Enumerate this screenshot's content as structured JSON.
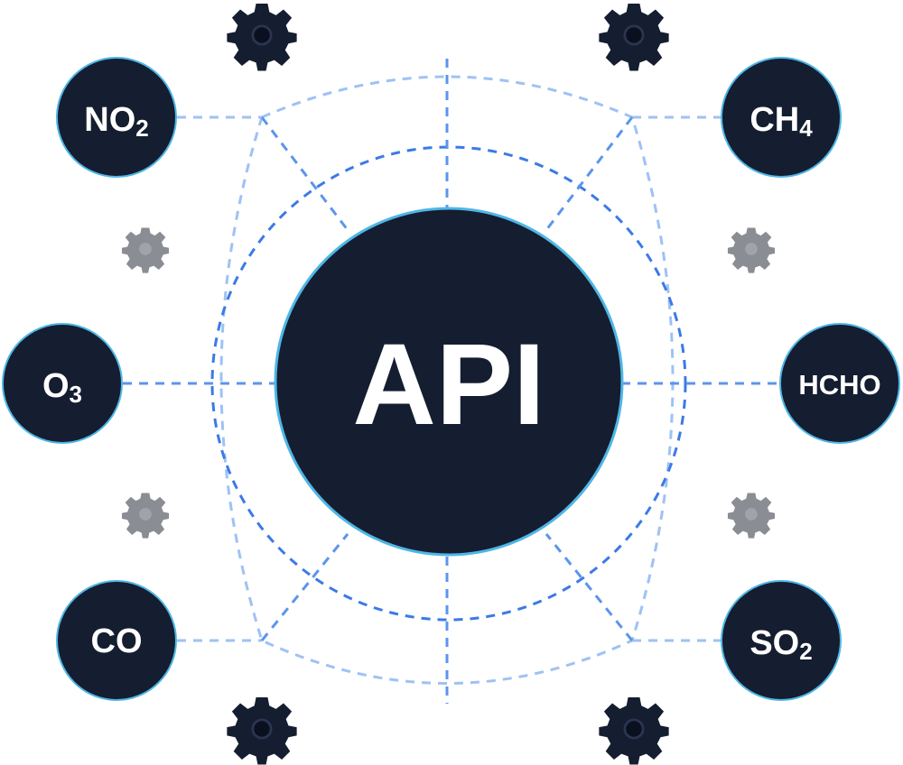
{
  "center": {
    "label": "API"
  },
  "nodes": [
    {
      "id": "no2",
      "base": "NO",
      "sub": "2"
    },
    {
      "id": "ch4",
      "base": "CH",
      "sub": "4"
    },
    {
      "id": "o3",
      "base": "O",
      "sub": "3"
    },
    {
      "id": "hcho",
      "base": "HCHO",
      "sub": ""
    },
    {
      "id": "co",
      "base": "CO",
      "sub": ""
    },
    {
      "id": "so2",
      "base": "SO",
      "sub": "2"
    }
  ],
  "colors": {
    "node_fill": "#151d30",
    "node_stroke": "#4fb6e6",
    "line_light": "#9ec2f4",
    "line_medium": "#5b95ec",
    "line_dark": "#3b7ae6",
    "gear_dark": "#151d30",
    "gear_gray": "#8a8d94",
    "text": "#ffffff"
  }
}
